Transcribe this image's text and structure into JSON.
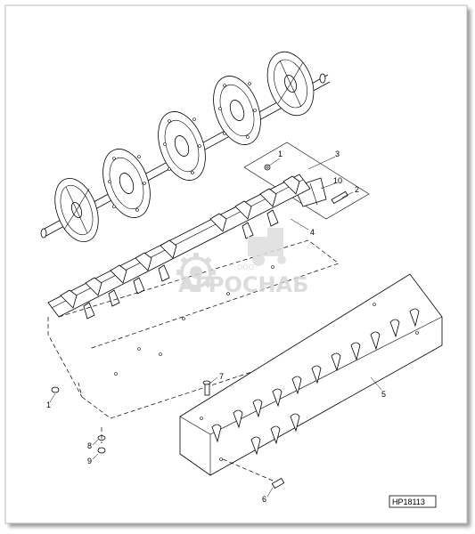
{
  "drawing": {
    "reference_code": "HP18113"
  },
  "watermark": {
    "prefix": "ООО",
    "brand": "АГРОСНАБ"
  },
  "callouts": [
    {
      "id": "c1a",
      "label": "1"
    },
    {
      "id": "c1b",
      "label": "1"
    },
    {
      "id": "c2",
      "label": "2"
    },
    {
      "id": "c3",
      "label": "3"
    },
    {
      "id": "c4",
      "label": "4"
    },
    {
      "id": "c5",
      "label": "5"
    },
    {
      "id": "c6",
      "label": "6"
    },
    {
      "id": "c7",
      "label": "7"
    },
    {
      "id": "c8",
      "label": "8"
    },
    {
      "id": "c9",
      "label": "9"
    },
    {
      "id": "c10",
      "label": "10"
    }
  ]
}
